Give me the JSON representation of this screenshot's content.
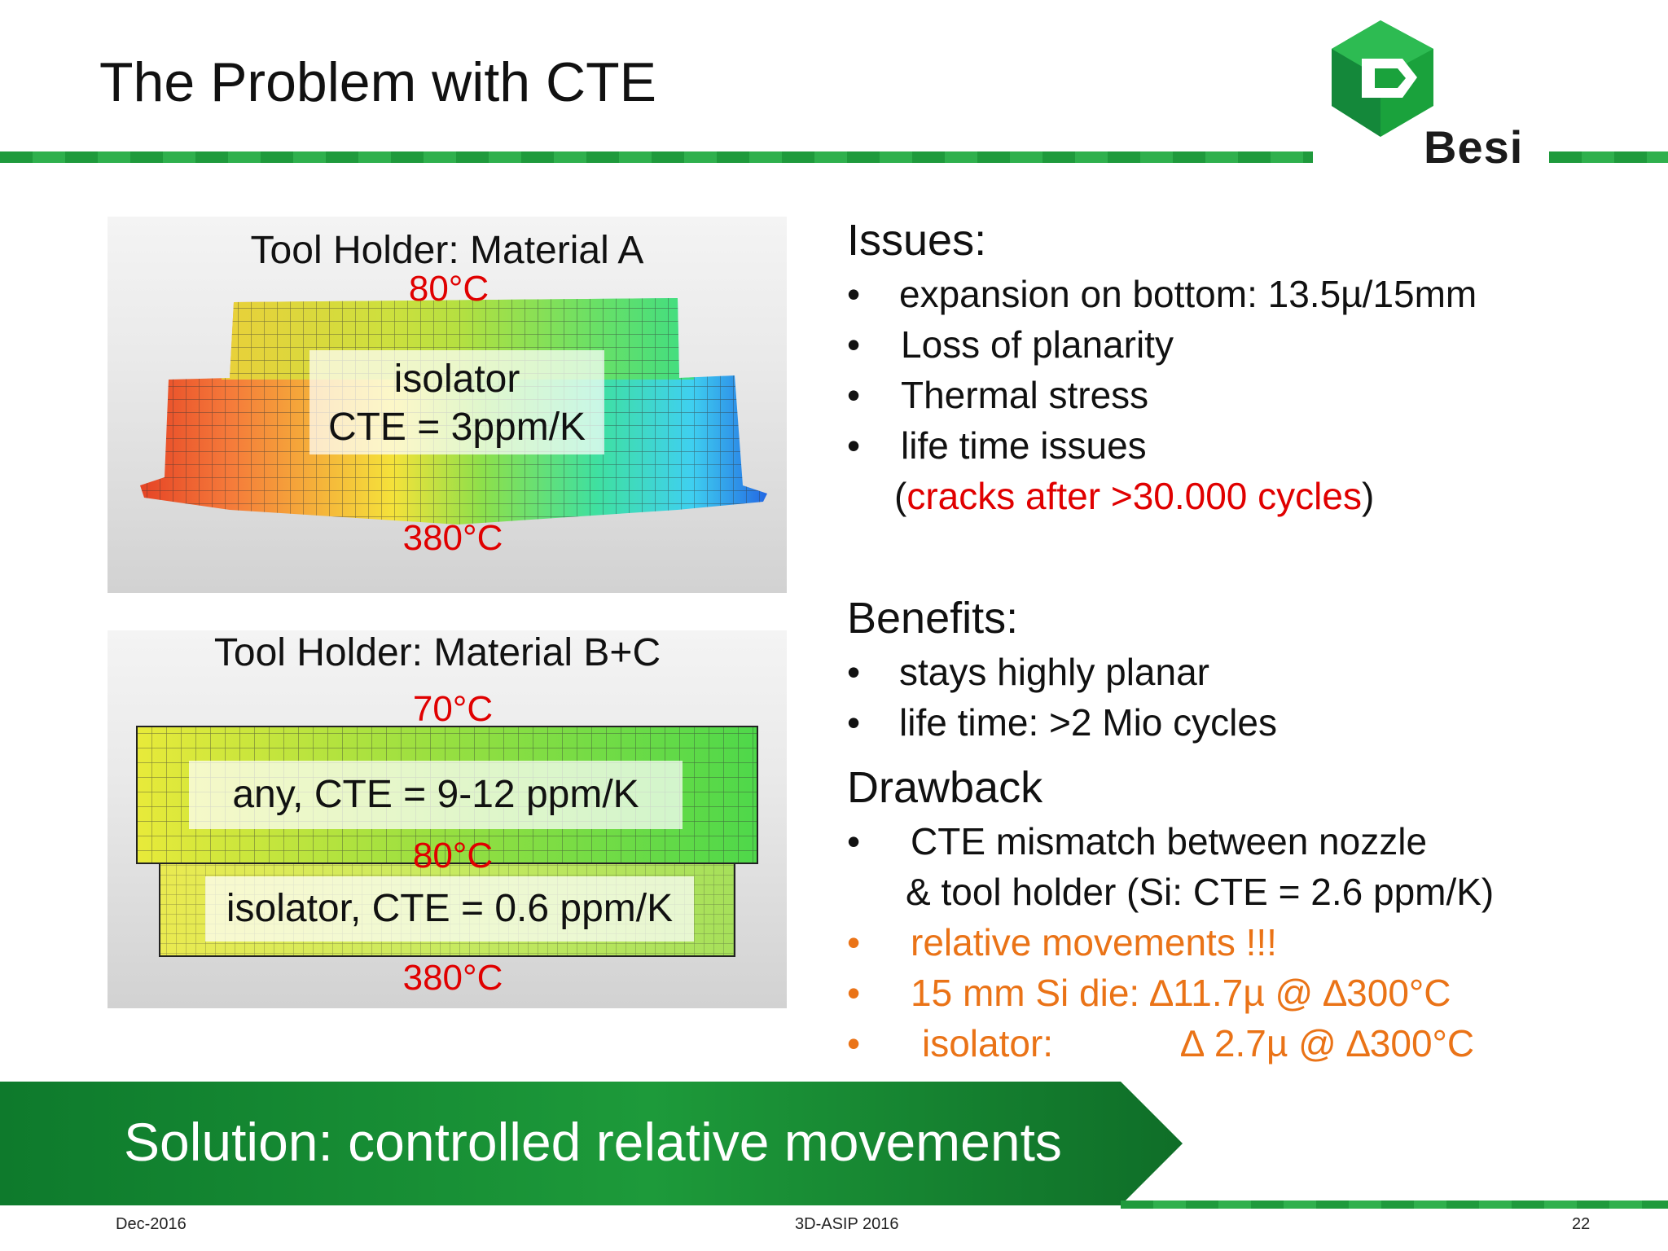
{
  "header": {
    "title": "The Problem with CTE"
  },
  "logo": {
    "text": "Besi",
    "color": "#1aa23c"
  },
  "panel_a": {
    "title": "Tool Holder: Material A",
    "temp_top": "80°C",
    "temp_bottom": "380°C",
    "label_line1": "isolator",
    "label_line2": "CTE = 3ppm/K"
  },
  "panel_b": {
    "title": "Tool Holder: Material B+C",
    "temp_top": "70°C",
    "temp_mid": "80°C",
    "temp_bottom": "380°C",
    "label_upper": "any, CTE = 9-12 ppm/K",
    "label_lower": "isolator, CTE = 0.6 ppm/K"
  },
  "issues": {
    "heading": "Issues:",
    "items": [
      "expansion on bottom: 13.5µ/15mm",
      "Loss of planarity",
      "Thermal stress",
      "life time issues"
    ],
    "note_open": "(",
    "note_red": "cracks after >30.000 cycles",
    "note_close": ")"
  },
  "benefits": {
    "heading": "Benefits:",
    "items": [
      "stays highly planar",
      "life time: >2 Mio cycles"
    ]
  },
  "drawback": {
    "heading": "Drawback",
    "item1_line1": "CTE mismatch between nozzle",
    "item1_line2": "& tool holder (Si: CTE = 2.6 ppm/K)",
    "orange_items": [
      "relative movements  !!!",
      "15 mm Si die: ∆11.7µ @ ∆300°C"
    ],
    "iso_label": "isolator:",
    "iso_value": "∆ 2.7µ @ ∆300°C"
  },
  "bullet_char": "•",
  "banner": {
    "text": "Solution: controlled relative movements"
  },
  "footer": {
    "left": "Dec-2016",
    "center": "3D-ASIP 2016",
    "right": "22"
  }
}
